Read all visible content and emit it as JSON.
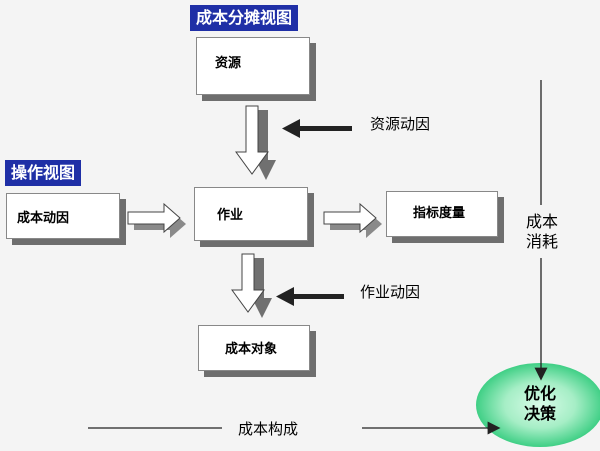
{
  "views": {
    "cost_allocation": "成本分摊视图",
    "operation": "操作视图"
  },
  "boxes": {
    "resource": "资源",
    "activity": "作业",
    "cost_driver": "成本动因",
    "performance": "指标度量",
    "cost_object": "成本对象"
  },
  "labels": {
    "resource_driver": "资源动因",
    "activity_driver": "作业动因",
    "cost_consumption_1": "成本",
    "cost_consumption_2": "消耗",
    "cost_composition": "成本构成",
    "optimize_1": "优化",
    "optimize_2": "决策"
  },
  "colors": {
    "tag_bg": "#1f2fa6",
    "shadow": "#6e6e6e",
    "ellipse_center": "#c9f5dd",
    "ellipse_edge": "#34c97c"
  }
}
